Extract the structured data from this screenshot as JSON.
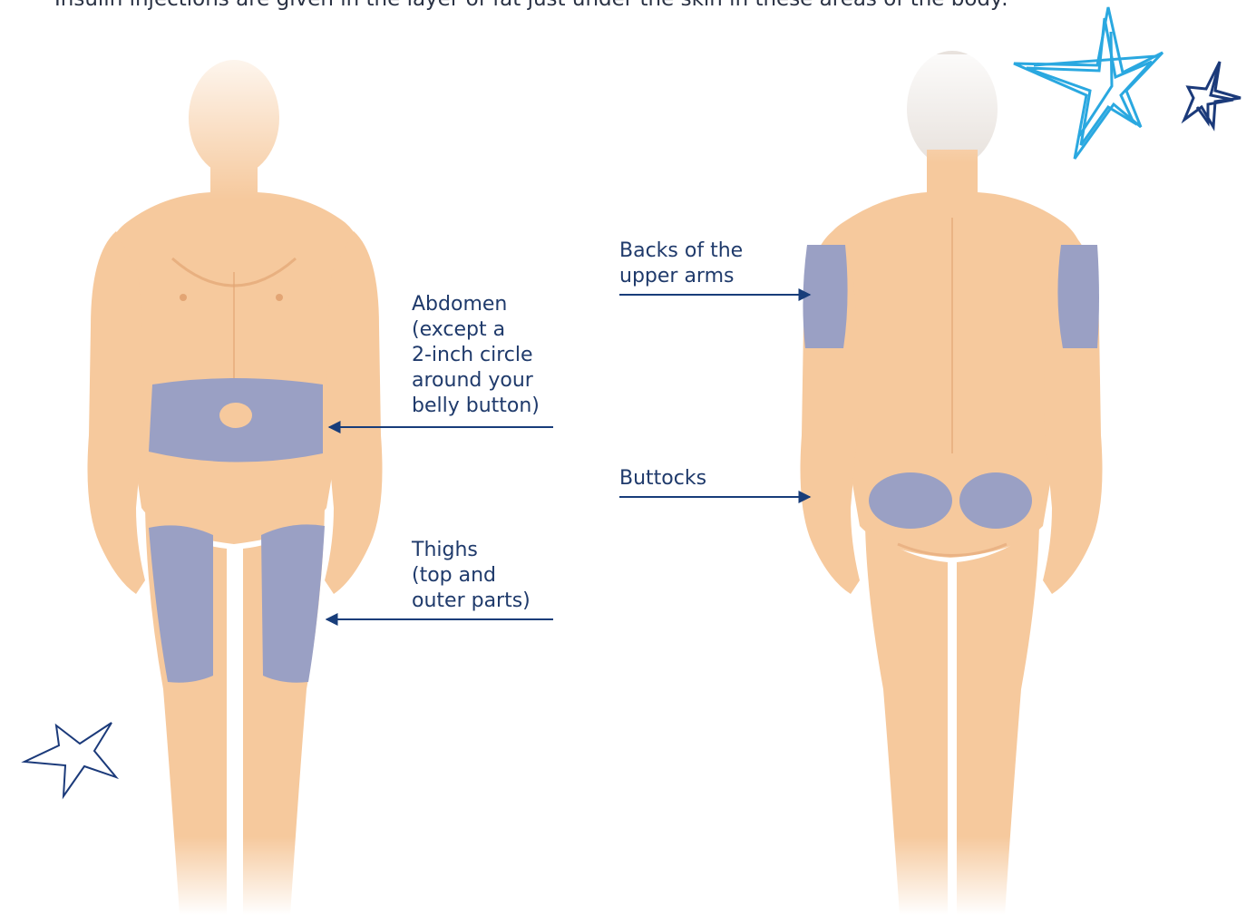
{
  "intro_text": "Insulin injections are given in the layer of fat just under the skin in these areas of the body:",
  "colors": {
    "skin": "#f6c99d",
    "skin_shadow": "#e3a574",
    "site_overlay": "#9aa0c4",
    "label_text": "#1f3a6b",
    "arrow": "#183d7a",
    "star_light": "#2aa8e0",
    "star_dark": "#1b3a7a"
  },
  "labels": {
    "abdomen": [
      "Abdomen",
      "(except a",
      "2-inch circle",
      "around your",
      "belly button)"
    ],
    "thighs": [
      "Thighs",
      "(top and",
      "outer parts)"
    ],
    "upper_arms": [
      "Backs of the",
      "upper arms"
    ],
    "buttocks": [
      "Buttocks"
    ]
  },
  "figures": {
    "front": {
      "view": "front",
      "sites": [
        "abdomen",
        "thighs"
      ]
    },
    "back": {
      "view": "back",
      "sites": [
        "upper_arms",
        "buttocks"
      ]
    }
  },
  "decorations": [
    "star-outline-icon",
    "star-scribble-blue-icon",
    "star-scribble-navy-icon"
  ]
}
